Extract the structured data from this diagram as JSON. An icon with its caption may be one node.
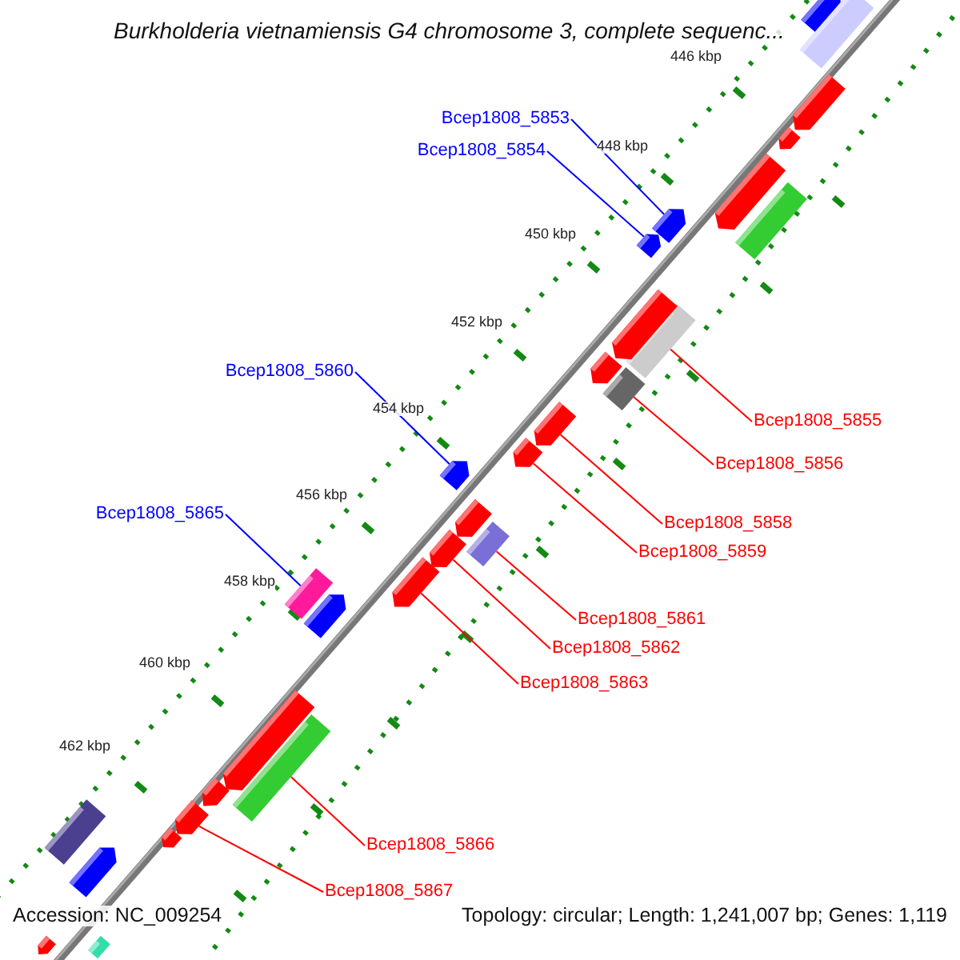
{
  "diagram": {
    "title": "Burkholderia vietnamiensis G4 chromosome 3, complete sequenc...",
    "nodes": [
      {
        "text": [
          "Bcep1808_5853"
        ]
      },
      {
        "text": [
          "Bcep1808_5854"
        ]
      },
      {
        "text": [
          "Bcep1808_5860"
        ]
      },
      {
        "text": [
          "Bcep1808_5855"
        ]
      },
      {
        "text": [
          "Bcep1808_5856"
        ]
      },
      {
        "text": [
          "Bcep1808_5865"
        ]
      },
      {
        "text": [
          "Bcep1808_5858"
        ]
      },
      {
        "text": [
          "Bcep1808_5859"
        ]
      },
      {
        "text": [
          "Bcep1808_5861"
        ]
      },
      {
        "text": [
          "Bcep1808_5862"
        ]
      },
      {
        "text": [
          "Bcep1808_5863"
        ]
      },
      {
        "text": [
          "Bcep1808_5866"
        ]
      },
      {
        "text": [
          "Bcep1808_5867"
        ]
      },
      {
        "text": [],
        "shape": "bar"
      },
      {
        "text": [],
        "shape": "bar"
      },
      {
        "text": [],
        "shape": "bar"
      },
      {
        "text": [],
        "shape": "bar"
      },
      {
        "text": [],
        "shape": "bar"
      },
      {
        "text": [],
        "shape": "bar"
      },
      {
        "text": [],
        "shape": "bar"
      },
      {
        "text": [],
        "shape": "bar"
      },
      {
        "text": [],
        "shape": "bar"
      },
      {
        "text": [],
        "shape": "bar"
      },
      {
        "text": [],
        "shape": "bar"
      },
      {
        "text": [],
        "shape": "bar"
      },
      {
        "text": [],
        "shape": "bar"
      },
      {
        "text": [],
        "shape": "bar"
      },
      {
        "text": [],
        "shape": "bar"
      },
      {
        "text": [],
        "shape": "bar"
      },
      {
        "text": [],
        "shape": "bar"
      },
      {
        "text": [],
        "shape": "bar"
      },
      {
        "text": [],
        "shape": "bar"
      },
      {
        "text": [],
        "shape": "bar"
      },
      {
        "text": [],
        "shape": "bar"
      },
      {
        "text": [],
        "shape": "bar"
      },
      {
        "text": [],
        "shape": "bar"
      },
      {
        "text": [],
        "shape": "bar"
      },
      {
        "text": [],
        "shape": "bar"
      },
      {
        "text": [],
        "shape": "bar"
      },
      {
        "text": [],
        "shape": "bar"
      },
      {
        "text": [],
        "shape": "bar"
      },
      {
        "text": [],
        "shape": "bar"
      },
      {
        "text": [],
        "shape": "bar"
      }
    ],
    "edges": [
      {
        "from": 0,
        "to": 13,
        "arrow": "none",
        "color": "#0000ff"
      },
      {
        "from": 1,
        "to": 14,
        "arrow": "none",
        "color": "#0000ff"
      },
      {
        "from": 2,
        "to": 19,
        "arrow": "none",
        "color": "#0000ff"
      },
      {
        "from": 3,
        "to": 15,
        "arrow": "none"
      },
      {
        "from": 4,
        "to": 16,
        "arrow": "none"
      },
      {
        "from": 5,
        "to": 23,
        "arrow": "none",
        "color": "#0000ff"
      },
      {
        "from": 6,
        "to": 17,
        "arrow": "none"
      },
      {
        "from": 7,
        "to": 18,
        "arrow": "none"
      },
      {
        "from": 8,
        "to": 20,
        "arrow": "none"
      },
      {
        "from": 9,
        "to": 21,
        "arrow": "none"
      },
      {
        "from": 10,
        "to": 22,
        "arrow": "none"
      },
      {
        "from": 11,
        "to": 24,
        "arrow": "none"
      },
      {
        "from": 12,
        "to": 25,
        "arrow": "none"
      }
    ],
    "labels": [
      "446 kbp",
      "448 kbp",
      "450 kbp",
      "452 kbp",
      "454 kbp",
      "456 kbp",
      "458 kbp",
      "460 kbp",
      "462 kbp",
      "Accession: NC_009254",
      "Topology: circular; Length: 1,241,007 bp; Genes: 1,119"
    ]
  }
}
